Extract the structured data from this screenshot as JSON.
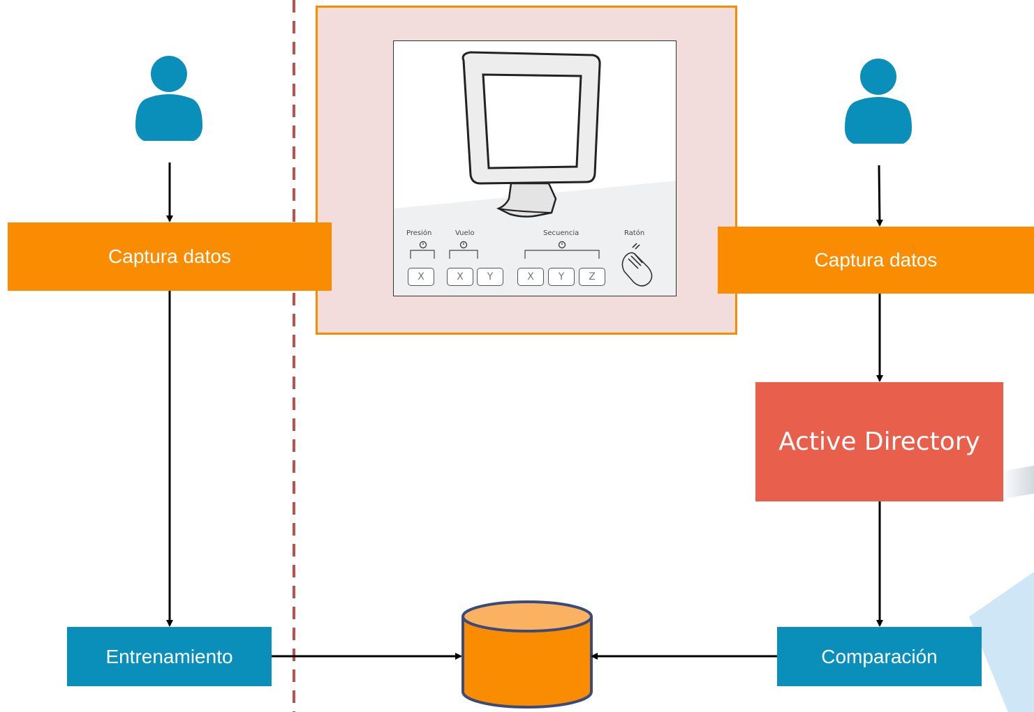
{
  "left": {
    "capture_label": "Captura datos",
    "training_label": "Entrenamiento"
  },
  "right": {
    "capture_label": "Captura datos",
    "directory_label": "Active Directory",
    "compare_label": "Comparación"
  },
  "illustration": {
    "labels": {
      "press": "Presión",
      "flight": "Vuelo",
      "sequence": "Secuencia",
      "mouse": "Ratón"
    },
    "keys": [
      "X",
      "X",
      "Y",
      "X",
      "Y",
      "Z"
    ]
  },
  "colors": {
    "orange": "#f98c00",
    "blue": "#0a8fbb",
    "red": "#e8604c",
    "user_icon": "#0a8fbb",
    "divider": "#c0504d"
  },
  "icons": [
    "user-icon",
    "monitor-icon",
    "stopwatch-icon",
    "hand-mouse-icon",
    "database-icon"
  ]
}
